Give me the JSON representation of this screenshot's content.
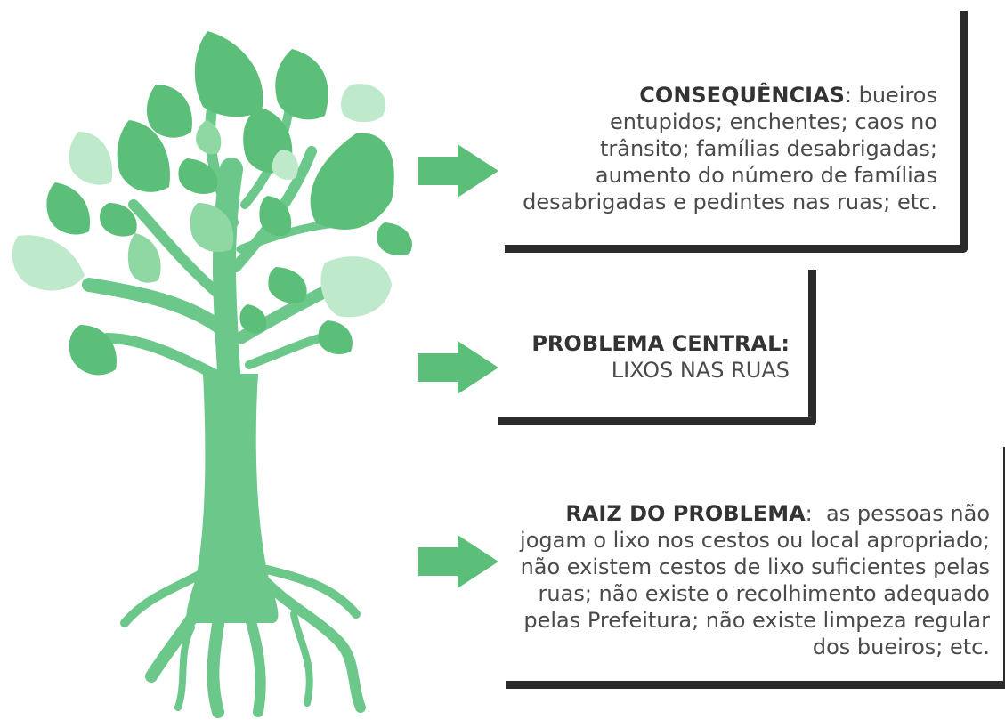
{
  "colors": {
    "trunk": "#6cc88a",
    "leaf_dark": "#5cbf79",
    "leaf_mid": "#8fd8a3",
    "leaf_light": "#bfe9cb",
    "arrow": "#5cbf79",
    "frame": "#2b2b2b"
  },
  "consequencias": {
    "heading": "CONSEQUÊNCIAS",
    "heading_suffix": ":",
    "line1_rest": " bueiros",
    "lines": [
      "entupidos; enchentes; caos no",
      "trânsito; famílias desabrigadas;",
      "aumento do número de famílias",
      "desabrigadas e pedintes nas ruas; etc."
    ]
  },
  "problema": {
    "heading": "PROBLEMA CENTRAL:",
    "line": "LIXOS NAS RUAS"
  },
  "raiz": {
    "heading": "RAIZ DO PROBLEMA",
    "heading_suffix": ":",
    "line1_rest": "  as pessoas não",
    "lines": [
      "jogam o lixo nos cestos ou local apropriado;",
      "não existem cestos de lixo suficientes pelas",
      "ruas; não existe o recolhimento adequado",
      "pelas Prefeitura; não existe limpeza regular",
      "dos bueiros; etc."
    ]
  }
}
